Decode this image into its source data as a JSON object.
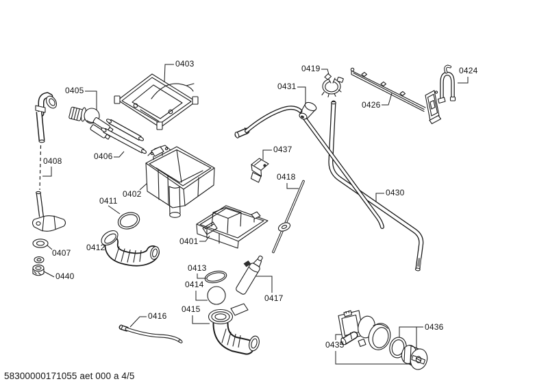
{
  "diagram": {
    "parts": [
      {
        "label": "0401"
      },
      {
        "label": "0402"
      },
      {
        "label": "0403"
      },
      {
        "label": "0405"
      },
      {
        "label": "0406"
      },
      {
        "label": "0407"
      },
      {
        "label": "0408"
      },
      {
        "label": "0411"
      },
      {
        "label": "0412"
      },
      {
        "label": "0413"
      },
      {
        "label": "0414"
      },
      {
        "label": "0415"
      },
      {
        "label": "0416"
      },
      {
        "label": "0417"
      },
      {
        "label": "0418"
      },
      {
        "label": "0419"
      },
      {
        "label": "0424"
      },
      {
        "label": "0426"
      },
      {
        "label": "0430"
      },
      {
        "label": "0431"
      },
      {
        "label": "0435"
      },
      {
        "label": "0436"
      },
      {
        "label": "0437"
      },
      {
        "label": "0440"
      }
    ],
    "footer": {
      "doc_code": "58300000171055 aet 000 a 4/5"
    },
    "colors": {
      "line": "#1a1a1a",
      "background": "#ffffff"
    }
  }
}
